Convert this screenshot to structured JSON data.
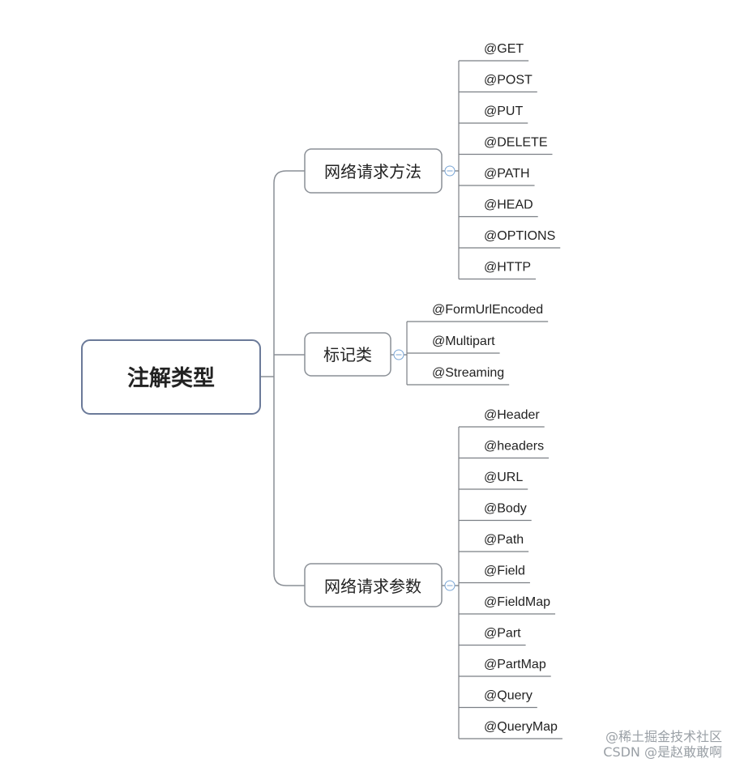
{
  "root": {
    "label": "注解类型"
  },
  "categories": [
    {
      "label": "网络请求方法",
      "items": [
        "@GET",
        "@POST",
        "@PUT",
        "@DELETE",
        "@PATH",
        "@HEAD",
        "@OPTIONS",
        "@HTTP"
      ]
    },
    {
      "label": "标记类",
      "items": [
        "@FormUrlEncoded",
        "@Multipart",
        "@Streaming"
      ]
    },
    {
      "label": "网络请求参数",
      "items": [
        "@Header",
        "@headers",
        "@URL",
        "@Body",
        "@Path",
        "@Field",
        "@FieldMap",
        "@Part",
        "@PartMap",
        "@Query",
        "@QueryMap"
      ]
    }
  ],
  "watermark": {
    "line1": "@稀土掘金技术社区",
    "line2": "CSDN @是赵敢敢啊"
  }
}
